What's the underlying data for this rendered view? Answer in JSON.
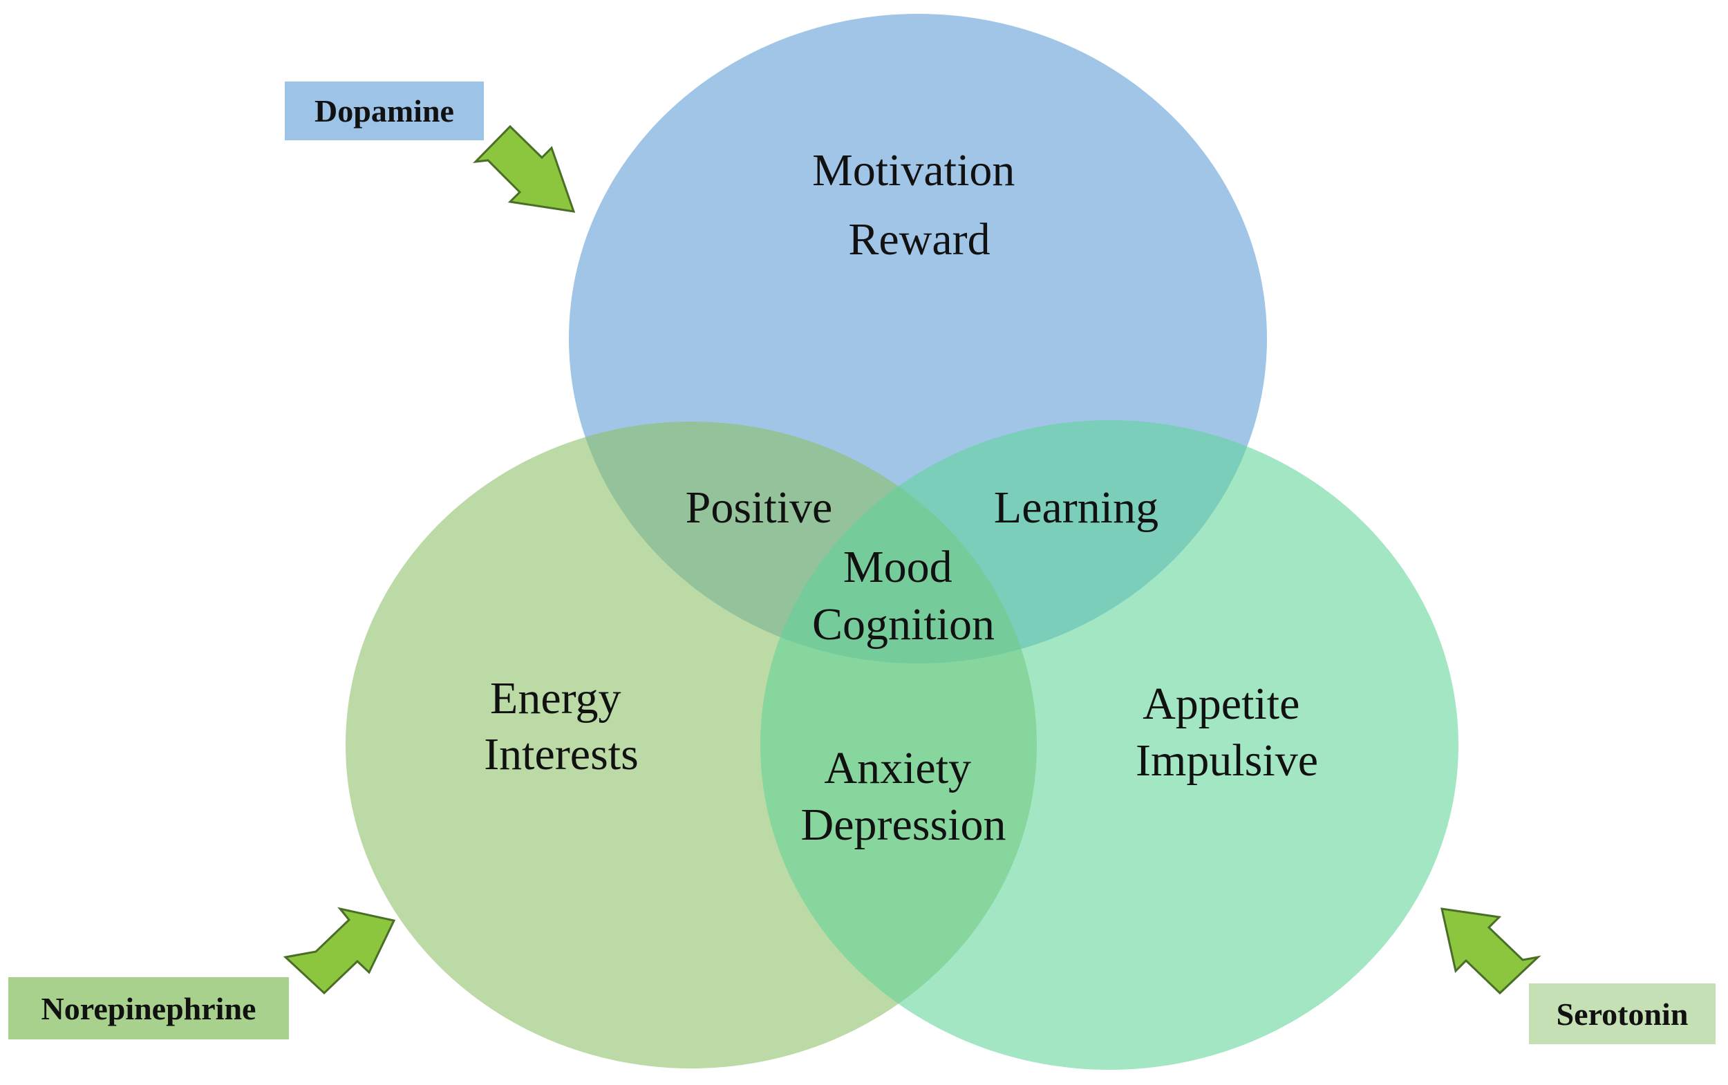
{
  "neurotransmitters": {
    "dopamine": {
      "label": "Dopamine",
      "color": "#9dc3e6"
    },
    "norepinephrine": {
      "label": "Norepinephrine",
      "color": "#a9d18e"
    },
    "serotonin": {
      "label": "Serotonin",
      "color": "#c5e0b4"
    }
  },
  "circles": {
    "dopamine": {
      "color": "#5b9bd5",
      "lines": [
        "Motivation",
        "Reward"
      ]
    },
    "norepinephrine": {
      "color": "#8cbf64",
      "lines": [
        "Energy",
        "Interests"
      ]
    },
    "serotonin": {
      "color": "#5fd49a",
      "lines": [
        "Appetite",
        "Impulsive"
      ]
    }
  },
  "overlaps": {
    "dopamine_norepinephrine": "Positive",
    "dopamine_serotonin": "Learning",
    "norepinephrine_serotonin": [
      "Anxiety",
      "Depression"
    ],
    "center": [
      "Mood",
      "Cognition"
    ]
  },
  "arrow_color": "#8cc63f",
  "arrow_outline": "#4a6e28"
}
